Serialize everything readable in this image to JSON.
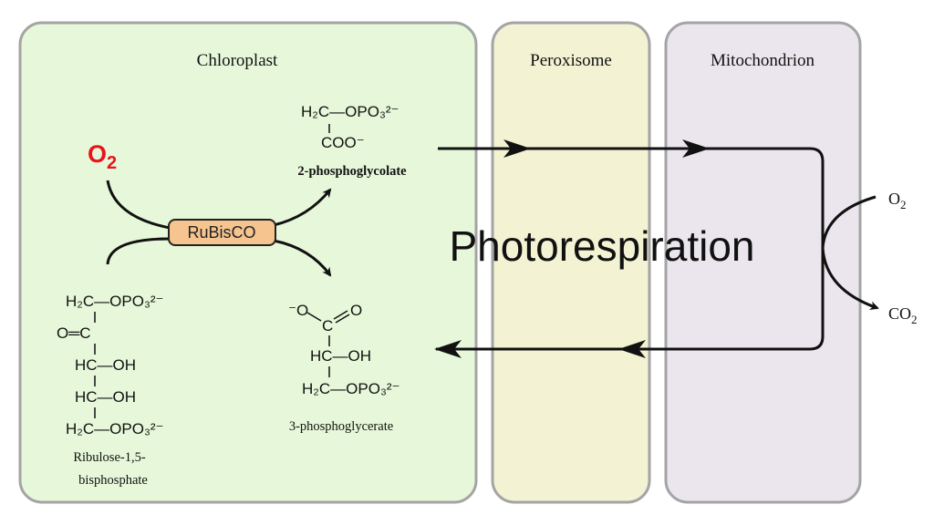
{
  "colors": {
    "chloroplast_fill": "#e7f8da",
    "peroxisome_fill": "#f3f2d3",
    "mitochondrion_fill": "#ebe6ee",
    "border": "#a4a4a4",
    "o2_red": "#e8141a",
    "rubisco_fill": "#f5c48f"
  },
  "compartments": {
    "chloroplast": "Chloroplast",
    "peroxisome": "Peroxisome",
    "mitochondrion": "Mitochondrion"
  },
  "process_label": "Photorespiration",
  "enzyme": "RuBisCO",
  "oxygen_input": {
    "main": "O",
    "sub": "2"
  },
  "phosphoglycolate": {
    "line1": "H₂C—OPO₃²⁻",
    "line2": "COO⁻",
    "name": "2-phosphoglycolate"
  },
  "rubp": {
    "lines": [
      "H₂C—OPO₃²⁻",
      "O═C",
      "HC—OH",
      "HC—OH",
      "H₂C—OPO₃²⁻"
    ],
    "name_line1": "Ribulose-1,5-",
    "name_line2": "bisphosphate"
  },
  "phosphoglycerate": {
    "carboxylate_o": "⁻O",
    "carbon": "C",
    "carbonyl_o": "O",
    "line2": "HC—OH",
    "line3": "H₂C—OPO₃²⁻",
    "name": "3-phosphoglycerate"
  },
  "mito_exchange": {
    "in": {
      "main": "O",
      "sub": "2"
    },
    "out": {
      "main": "CO",
      "sub": "2"
    }
  }
}
